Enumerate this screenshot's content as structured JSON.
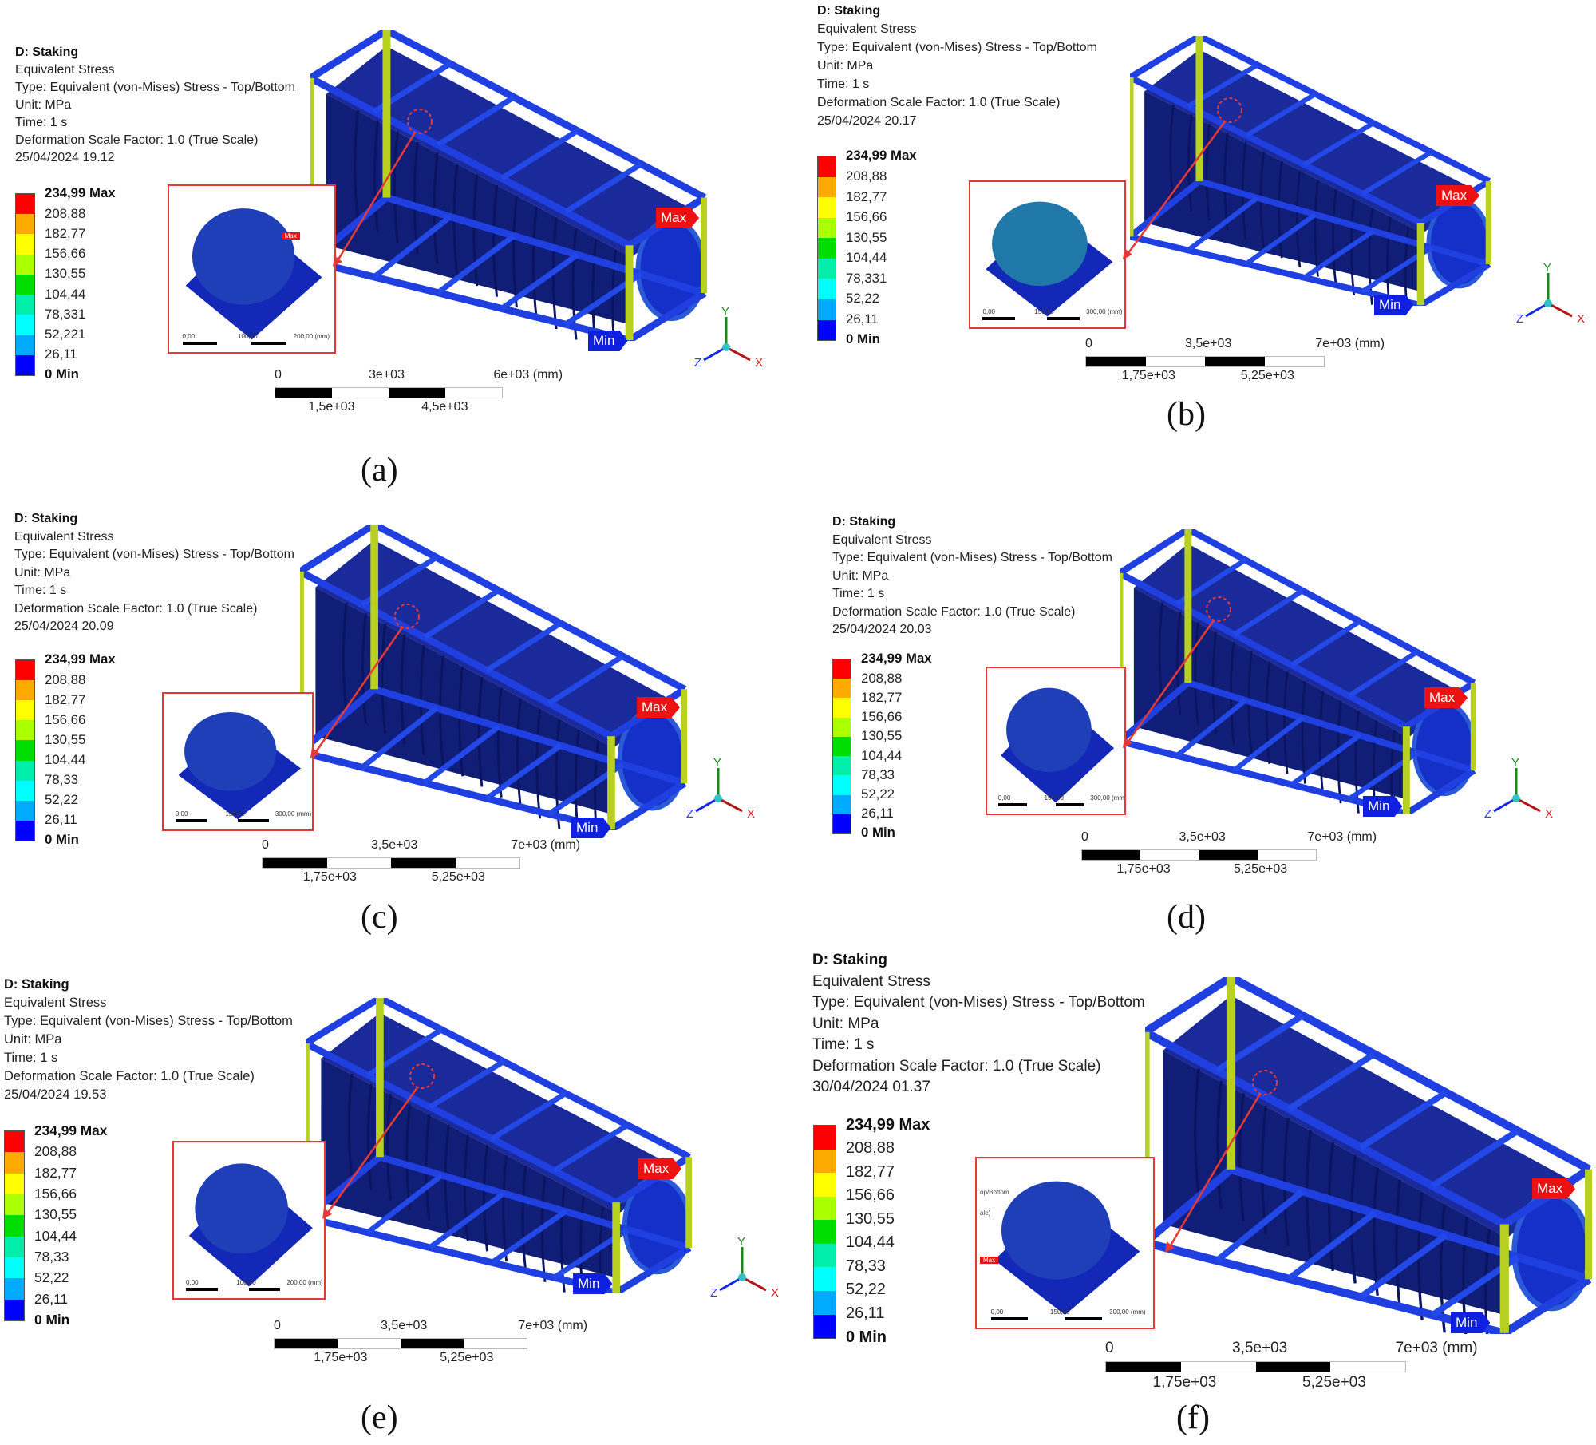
{
  "legend_colors": [
    "#ff0000",
    "#ffaa00",
    "#ffff00",
    "#aaff00",
    "#00dd00",
    "#00eeaa",
    "#00ffff",
    "#00aaff",
    "#0000ff"
  ],
  "accent": {
    "max": "#ee1111",
    "min": "#1020e0",
    "highlight": "#e53935"
  },
  "panels": [
    {
      "caption": "(a)",
      "info": [
        "D: Staking",
        "Equivalent Stress",
        "Type: Equivalent (von-Mises) Stress - Top/Bottom",
        "Unit: MPa",
        "Time: 1 s",
        "Deformation Scale Factor: 1.0 (True Scale)",
        "25/04/2024 19.12"
      ],
      "legend": [
        "234,99 Max",
        "208,88",
        "182,77",
        "156,66",
        "130,55",
        "104,44",
        "78,331",
        "52,221",
        "26,11",
        "0 Min"
      ],
      "max_label": "Max",
      "min_label": "Min",
      "inset_scale": [
        "0,00",
        "100,00",
        "200,00 (mm)"
      ],
      "inset_notes": [
        "Max"
      ],
      "scale_top": [
        "0",
        "3e+03",
        "6e+03 (mm)"
      ],
      "scale_bottom": [
        "1,5e+03",
        "4,5e+03"
      ],
      "axes": [
        "Y",
        "Z",
        "X"
      ]
    },
    {
      "caption": "(b)",
      "info": [
        "D: Staking",
        "Equivalent Stress",
        "Type: Equivalent (von-Mises) Stress - Top/Bottom",
        "Unit: MPa",
        "Time: 1 s",
        "Deformation Scale Factor: 1.0 (True Scale)",
        "25/04/2024 20.17"
      ],
      "legend": [
        "234,99 Max",
        "208,88",
        "182,77",
        "156,66",
        "130,55",
        "104,44",
        "78,331",
        "52,22",
        "26,11",
        "0 Min"
      ],
      "max_label": "Max",
      "min_label": "Min",
      "inset_scale": [
        "0,00",
        "150,00",
        "300,00 (mm)"
      ],
      "inset_notes": [],
      "scale_top": [
        "0",
        "3,5e+03",
        "7e+03 (mm)"
      ],
      "scale_bottom": [
        "1,75e+03",
        "5,25e+03"
      ],
      "axes": [
        "Y",
        "Z",
        "X"
      ]
    },
    {
      "caption": "(c)",
      "info": [
        "D: Staking",
        "Equivalent Stress",
        "Type: Equivalent (von-Mises) Stress - Top/Bottom",
        "Unit: MPa",
        "Time: 1 s",
        "Deformation Scale Factor: 1.0 (True Scale)",
        "25/04/2024 20.09"
      ],
      "legend": [
        "234,99 Max",
        "208,88",
        "182,77",
        "156,66",
        "130,55",
        "104,44",
        "78,33",
        "52,22",
        "26,11",
        "0 Min"
      ],
      "max_label": "Max",
      "min_label": "Min",
      "inset_scale": [
        "0,00",
        "150,00",
        "300,00 (mm)"
      ],
      "inset_notes": [],
      "scale_top": [
        "0",
        "3,5e+03",
        "7e+03 (mm)"
      ],
      "scale_bottom": [
        "1,75e+03",
        "5,25e+03"
      ],
      "axes": [
        "Y",
        "Z",
        "X"
      ]
    },
    {
      "caption": "(d)",
      "info": [
        "D: Staking",
        "Equivalent Stress",
        "Type: Equivalent (von-Mises) Stress - Top/Bottom",
        "Unit: MPa",
        "Time: 1 s",
        "Deformation Scale Factor: 1.0 (True Scale)",
        "25/04/2024 20.03"
      ],
      "legend": [
        "234,99 Max",
        "208,88",
        "182,77",
        "156,66",
        "130,55",
        "104,44",
        "78,33",
        "52,22",
        "26,11",
        "0 Min"
      ],
      "max_label": "Max",
      "min_label": "Min",
      "inset_scale": [
        "0,00",
        "150,00",
        "300,00 (mm)"
      ],
      "inset_notes": [],
      "scale_top": [
        "0",
        "3,5e+03",
        "7e+03 (mm)"
      ],
      "scale_bottom": [
        "1,75e+03",
        "5,25e+03"
      ],
      "axes": [
        "Y",
        "Z",
        "X"
      ]
    },
    {
      "caption": "(e)",
      "info": [
        "D: Staking",
        "Equivalent Stress",
        "Type: Equivalent (von-Mises) Stress - Top/Bottom",
        "Unit: MPa",
        "Time: 1 s",
        "Deformation Scale Factor: 1.0 (True Scale)",
        "25/04/2024 19.53"
      ],
      "legend": [
        "234,99 Max",
        "208,88",
        "182,77",
        "156,66",
        "130,55",
        "104,44",
        "78,33",
        "52,22",
        "26,11",
        "0 Min"
      ],
      "max_label": "Max",
      "min_label": "Min",
      "inset_scale": [
        "0,00",
        "100,00",
        "200,00 (mm)"
      ],
      "inset_notes": [],
      "scale_top": [
        "0",
        "3,5e+03",
        "7e+03 (mm)"
      ],
      "scale_bottom": [
        "1,75e+03",
        "5,25e+03"
      ],
      "axes": [
        "Y",
        "Z",
        "X"
      ]
    },
    {
      "caption": "(f)",
      "info": [
        "D: Staking",
        "Equivalent Stress",
        "Type: Equivalent (von-Mises) Stress - Top/Bottom",
        "Unit: MPa",
        "Time: 1 s",
        "Deformation Scale Factor: 1.0 (True Scale)",
        "30/04/2024 01.37"
      ],
      "legend": [
        "234,99 Max",
        "208,88",
        "182,77",
        "156,66",
        "130,55",
        "104,44",
        "78,33",
        "52,22",
        "26,11",
        "0 Min"
      ],
      "max_label": "Max",
      "min_label": "Min",
      "inset_scale": [
        "0,00",
        "150,00",
        "300,00 (mm)"
      ],
      "inset_notes": [
        "Max",
        "op/Bottom",
        "ale)"
      ],
      "scale_top": [
        "0",
        "3,5e+03",
        "7e+03 (mm)"
      ],
      "scale_bottom": [
        "1,75e+03",
        "5,25e+03"
      ],
      "axes": []
    }
  ]
}
